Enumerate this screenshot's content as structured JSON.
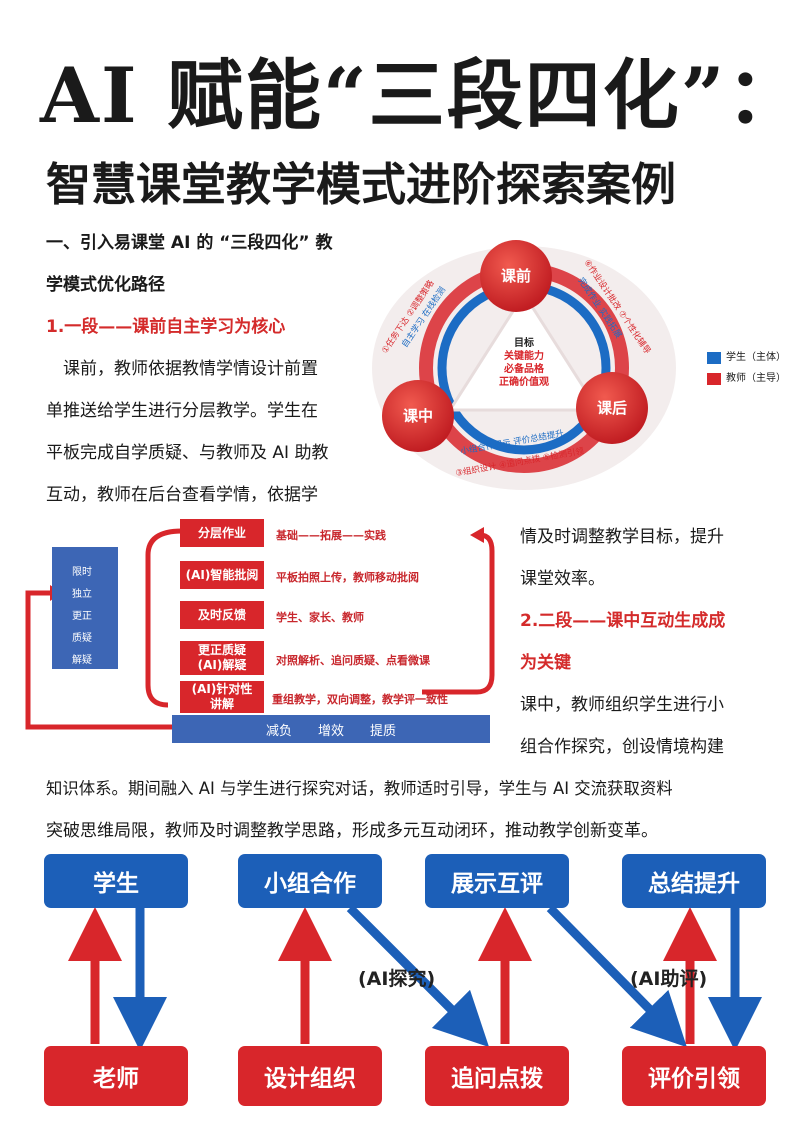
{
  "title": {
    "line1": "AI 赋能“三段四化”：",
    "line2": "智慧课堂教学模式进阶探索案例"
  },
  "section1": {
    "heading_line1": "一、引入易课堂 AI 的 “三段四化” 教",
    "heading_line2": "学模式优化路径",
    "part1_title": "1.一段——课前自主学习为核心",
    "p1_lines": [
      "　课前，教师依据教情学情设计前置",
      "单推送给学生进行分层教学。学生在",
      "平板完成自学质疑、与教师及 AI 助教",
      "互动，教师在后台查看学情，依据学"
    ],
    "p1_cont_lines": [
      "情及时调整教学目标，提升",
      "课堂效率。"
    ],
    "part2_title_line1": "2.二段——课中互动生成成",
    "part2_title_line2": "为关键",
    "p2_lines": [
      "课中，教师组织学生进行小",
      "组合作探究，创设情境构建"
    ],
    "p2_full_lines": [
      "知识体系。期间融入 AI 与学生进行探究对话，教师适时引导，学生与 AI 交流获取资料",
      "突破思维局限，教师及时调整教学思路，形成多元互动闭环，推动教学创新变革。"
    ]
  },
  "cycle": {
    "node_pre": "课前",
    "node_in": "课中",
    "node_post": "课后",
    "center_title": "目标",
    "center_lines": [
      "关键能力",
      "必备品格",
      "正确价值观"
    ],
    "left_arc_outer": "①任务下达 ②调整策略",
    "left_arc_inner": "自主学习 在线检测",
    "right_arc_outer": "⑥作业设计批改 ⑦个性化辅导",
    "right_arc_inner": "完成作业 实践拓展",
    "bottom_arc_inner": "小组合作展示 评价总结提升",
    "bottom_arc_outer": "③组织设计 ④追问点拨 ⑤检测引领",
    "legend_student": "学生（主体）",
    "legend_teacher": "教师（主导）",
    "colors": {
      "student": "#1c6cc4",
      "teacher": "#d8262b"
    }
  },
  "structure": {
    "left_labels": [
      "限时",
      "独立",
      "更正",
      "质疑",
      "解疑"
    ],
    "rows": [
      {
        "box": "分层作业",
        "desc": "基础——拓展——实践"
      },
      {
        "box": "(AI)智能批阅",
        "desc": "平板拍照上传，教师移动批阅"
      },
      {
        "box": "及时反馈",
        "desc": "学生、家长、教师"
      },
      {
        "box": "更正质疑\n(AI)解疑",
        "desc": "对照解析、追问质疑、点看微课"
      },
      {
        "box": "(AI)针对性\n讲解",
        "desc": "重组教学，双向调整，教学评一致性"
      }
    ],
    "bottom_bar": "减负　　增效　　提质"
  },
  "flow": {
    "top": [
      "学生",
      "小组合作",
      "展示互评",
      "总结提升"
    ],
    "bottom": [
      "老师",
      "设计组织",
      "追问点拨",
      "评价引领"
    ],
    "label_ai_explore": "(AI探究)",
    "label_ai_eval": "(AI助评)",
    "colors": {
      "blue": "#1c5fb8",
      "red": "#d8262b"
    }
  }
}
